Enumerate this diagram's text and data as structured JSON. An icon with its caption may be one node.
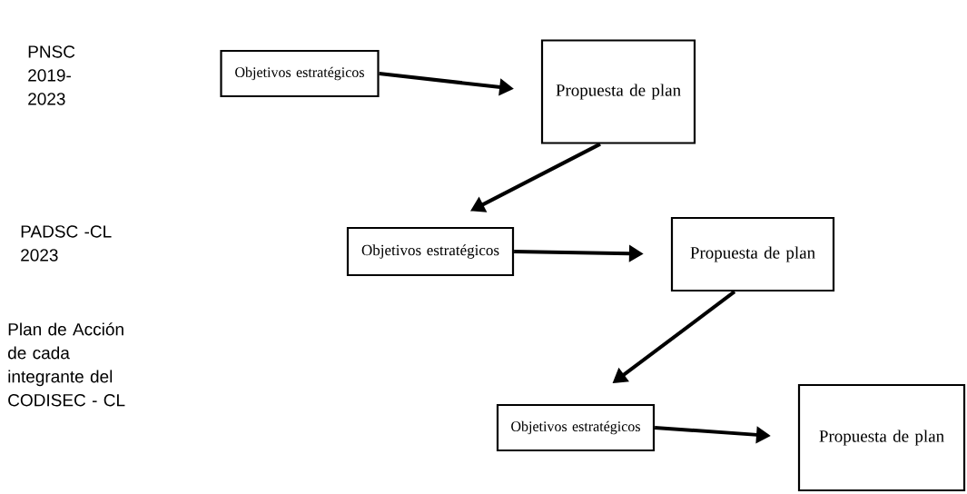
{
  "diagram": {
    "nodes": [
      {
        "text": [
          "Objetivos estratégicos"
        ]
      },
      {
        "text": [
          "Propuesta de plan"
        ]
      },
      {
        "text": [
          "Objetivos estratégicos"
        ]
      },
      {
        "text": [
          "Propuesta de plan"
        ]
      },
      {
        "text": [
          "Objetivos estratégicos"
        ]
      },
      {
        "text": [
          "Propuesta de plan"
        ]
      }
    ],
    "edges": [
      {
        "from": 0,
        "to": 1,
        "arrow": "to"
      },
      {
        "from": 1,
        "to": 2,
        "arrow": "to"
      },
      {
        "from": 2,
        "to": 3,
        "arrow": "to"
      },
      {
        "from": 3,
        "to": 4,
        "arrow": "to"
      },
      {
        "from": 4,
        "to": 5,
        "arrow": "to"
      }
    ],
    "labels": [
      "PNSC 2019- 2023",
      "PADSC -CL 2023",
      "Plan de Acción de cada integrante del CODISEC - CL"
    ]
  }
}
